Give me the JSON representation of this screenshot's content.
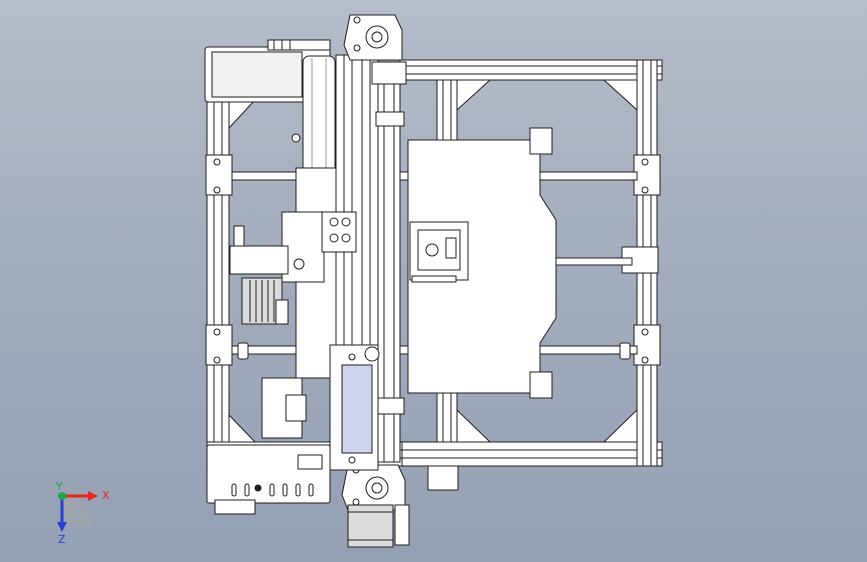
{
  "viewport": {
    "background_top": "#b6bcc9",
    "background_bottom": "#94a0b4"
  },
  "model": {
    "part_fill": "#ffffff",
    "edge_color": "#1e1e1e",
    "shade_color": "#e6e6e6",
    "motor_fill": "#dcdcdc",
    "highlight_fill": "#cfd3f0"
  },
  "triad": {
    "x_label": "X",
    "y_label": "Y",
    "z_label": "Z",
    "x_color": "#e8261f",
    "y_color": "#1aa64a",
    "z_color": "#2b3fd6"
  }
}
